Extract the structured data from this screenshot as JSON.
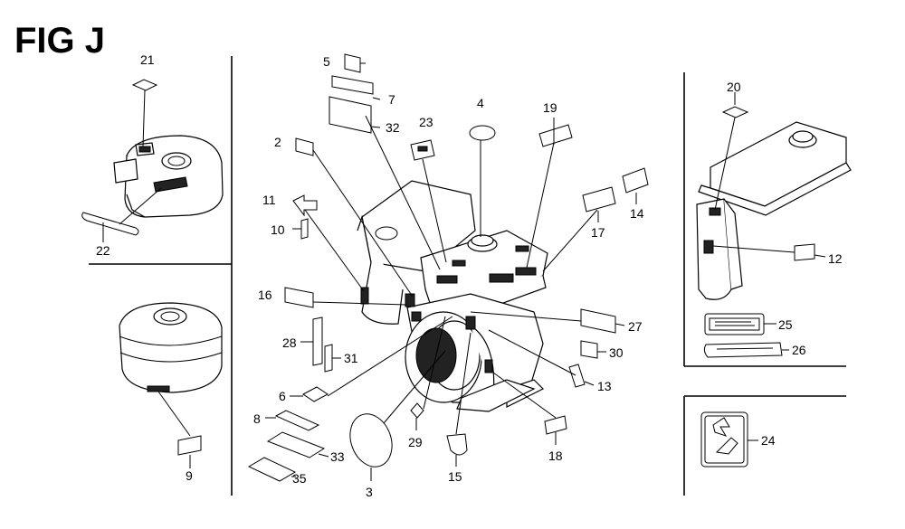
{
  "figure": {
    "title": "FIG J"
  },
  "callouts": [
    {
      "id": "c1",
      "label": "21"
    },
    {
      "id": "c2",
      "label": "22"
    },
    {
      "id": "c3",
      "label": "9"
    },
    {
      "id": "c4",
      "label": "5"
    },
    {
      "id": "c5",
      "label": "7"
    },
    {
      "id": "c6",
      "label": "32"
    },
    {
      "id": "c7",
      "label": "2"
    },
    {
      "id": "c8",
      "label": "23"
    },
    {
      "id": "c9",
      "label": "4"
    },
    {
      "id": "c10",
      "label": "19"
    },
    {
      "id": "c11",
      "label": "11"
    },
    {
      "id": "c12",
      "label": "10"
    },
    {
      "id": "c13",
      "label": "14"
    },
    {
      "id": "c14",
      "label": "17"
    },
    {
      "id": "c15",
      "label": "16"
    },
    {
      "id": "c16",
      "label": "28"
    },
    {
      "id": "c17",
      "label": "31"
    },
    {
      "id": "c18",
      "label": "27"
    },
    {
      "id": "c19",
      "label": "30"
    },
    {
      "id": "c20",
      "label": "13"
    },
    {
      "id": "c21",
      "label": "6"
    },
    {
      "id": "c22",
      "label": "8"
    },
    {
      "id": "c23",
      "label": "33"
    },
    {
      "id": "c24",
      "label": "35"
    },
    {
      "id": "c25",
      "label": "3"
    },
    {
      "id": "c26",
      "label": "29"
    },
    {
      "id": "c27",
      "label": "15"
    },
    {
      "id": "c28",
      "label": "18"
    },
    {
      "id": "c29",
      "label": "20"
    },
    {
      "id": "c30",
      "label": "12"
    },
    {
      "id": "c31",
      "label": "25"
    },
    {
      "id": "c32",
      "label": "26"
    },
    {
      "id": "c33",
      "label": "24"
    }
  ]
}
